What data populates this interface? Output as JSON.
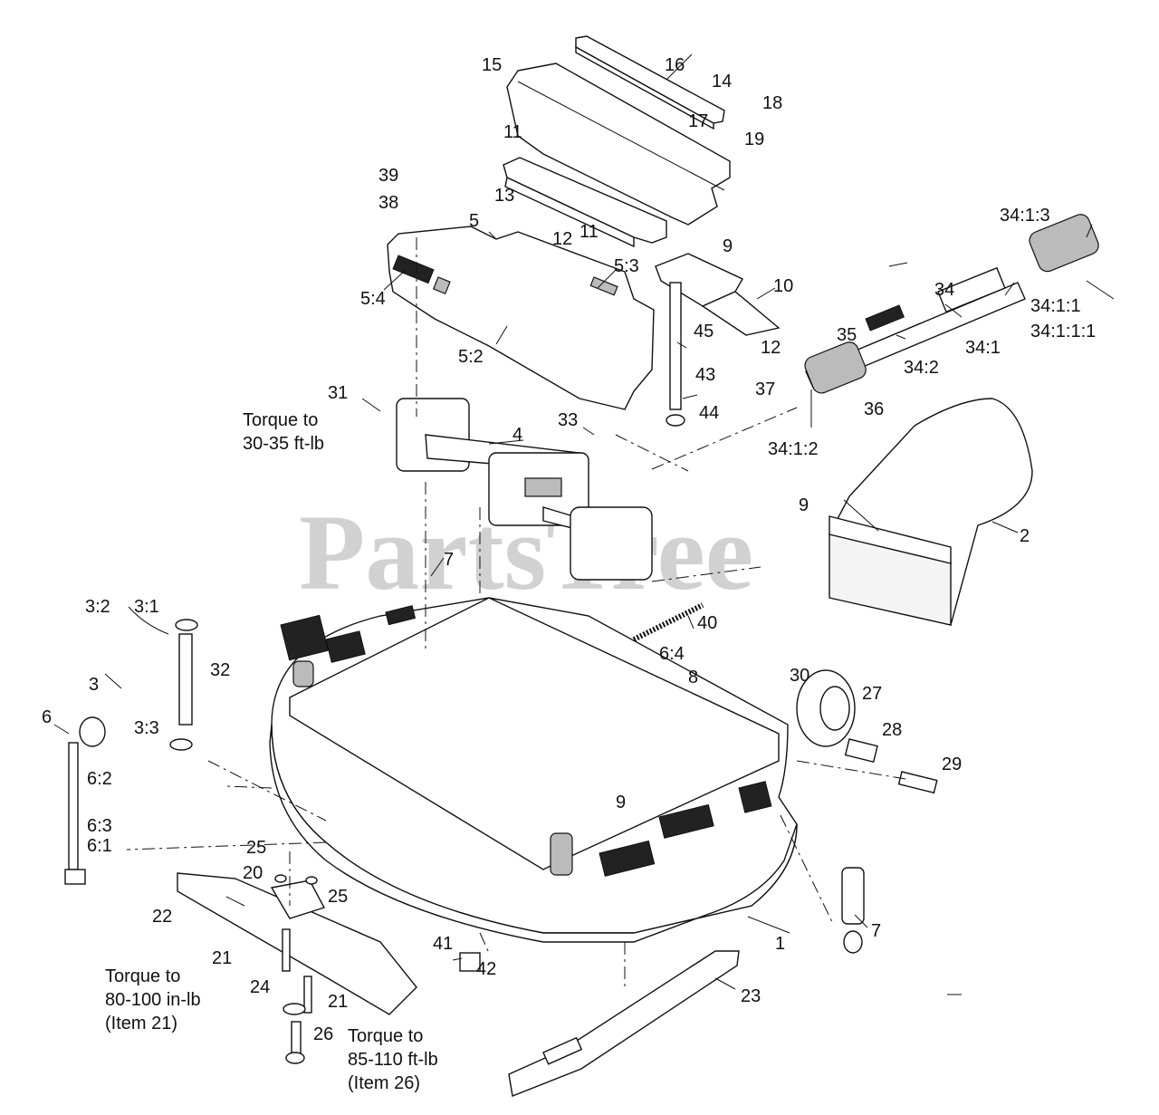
{
  "watermark": "PartsTree",
  "callouts": [
    "1",
    "2",
    "3",
    "3:1",
    "3:2",
    "3:3",
    "4",
    "5",
    "5:2",
    "5:3",
    "5:4",
    "6",
    "6:1",
    "6:2",
    "6:3",
    "6:4",
    "7",
    "7",
    "8",
    "9",
    "9",
    "9",
    "10",
    "11",
    "11",
    "12",
    "12",
    "13",
    "14",
    "15",
    "16",
    "17",
    "18",
    "19",
    "20",
    "21",
    "21",
    "22",
    "23",
    "24",
    "25",
    "25",
    "26",
    "27",
    "28",
    "29",
    "30",
    "31",
    "32",
    "33",
    "34",
    "34:1",
    "34:1:1",
    "34:1:1:1",
    "34:1:2",
    "34:1:3",
    "34:2",
    "35",
    "36",
    "37",
    "38",
    "39",
    "40",
    "41",
    "42",
    "43",
    "44",
    "45"
  ],
  "notes": {
    "torque_item31_l1": "Torque to",
    "torque_item31_l2": "30-35 ft-lb",
    "torque_item21_l1": "Torque to",
    "torque_item21_l2": "80-100 in-lb",
    "torque_item21_l3": "(Item 21)",
    "torque_item26_l1": "Torque to",
    "torque_item26_l2": "85-110 ft-lb",
    "torque_item26_l3": "(Item 26)"
  }
}
